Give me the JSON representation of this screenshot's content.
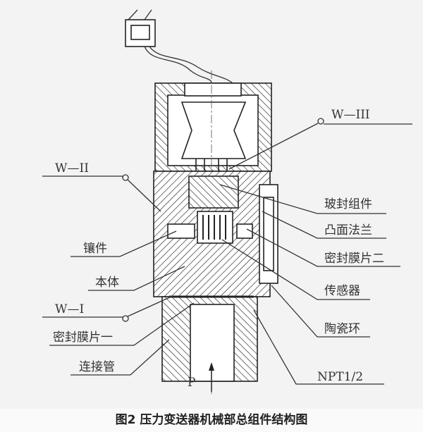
{
  "labels": {
    "w3": "W—III",
    "w2": "W—II",
    "w1": "W—I",
    "glass_seal": "玻封组件",
    "convex_flange": "凸面法兰",
    "seal_diaphragm_2": "密封膜片二",
    "insert": "镶件",
    "body": "本体",
    "sensor": "传感器",
    "ceramic_ring": "陶瓷环",
    "seal_diaphragm_1": "密封膜片一",
    "connecting_pipe": "连接管",
    "thread": "NPT1/2",
    "pressure": "P"
  },
  "caption": "图2  压力变送器机械部总组件结构图"
}
